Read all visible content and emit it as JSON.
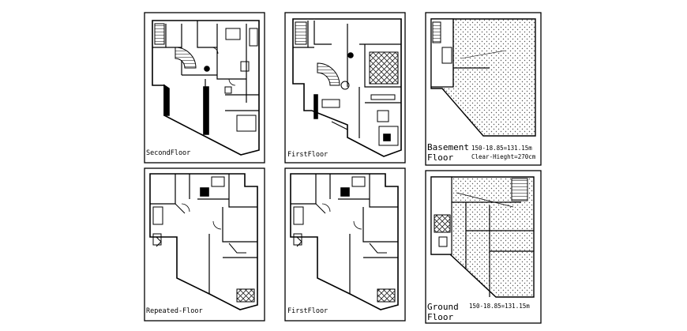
{
  "sheet": {
    "panels": [
      {
        "id": "second-floor",
        "title": "SecondFloor"
      },
      {
        "id": "first-floor-top",
        "title": "FirstFloor"
      },
      {
        "id": "basement",
        "title_line1": "Basement",
        "title_line2": "Floor",
        "area": "150-18.85=131.15m",
        "clear_height": "Clear-Hieght=270cm"
      },
      {
        "id": "repeated-floor",
        "title": "Repeated-Floor"
      },
      {
        "id": "first-floor-bottom",
        "title": "FirstFloor"
      },
      {
        "id": "ground",
        "title_line1": "Ground",
        "title_line2": "Floor",
        "area": "150-18.85=131.15m"
      }
    ]
  }
}
